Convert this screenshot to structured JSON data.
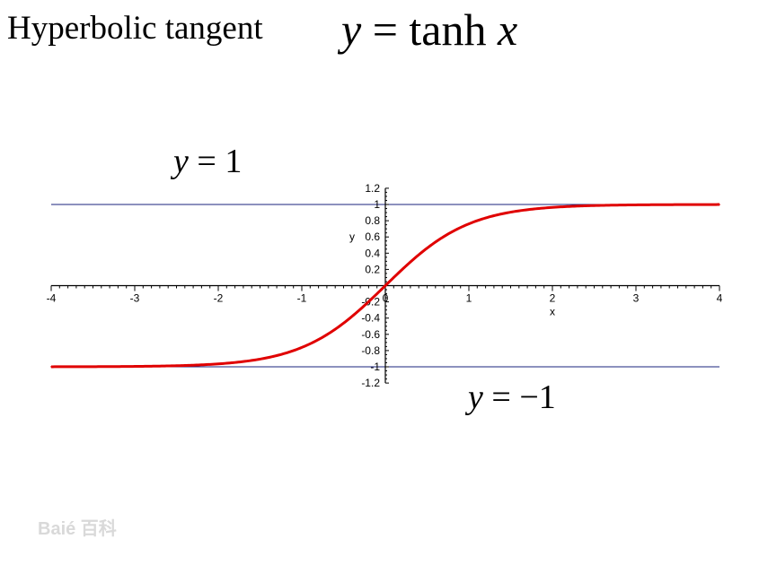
{
  "page": {
    "heading": "Hyperbolic tangent",
    "formula_title": {
      "lhs": "y",
      "eq": " = ",
      "fn": "tanh ",
      "arg": "x"
    },
    "asymptote_upper": {
      "lhs": "y",
      "eq": " = ",
      "rhs": "1"
    },
    "asymptote_lower": {
      "lhs": "y",
      "eq": " = ",
      "rhs": "−1"
    },
    "watermark": "Baié 百科"
  },
  "chart_data": {
    "type": "line",
    "function": "tanh",
    "xlabel": "x",
    "ylabel": "y",
    "xlim": [
      -4,
      4
    ],
    "ylim": [
      -1.2,
      1.2
    ],
    "x_ticks": [
      -4,
      -3,
      -2,
      -1,
      0,
      1,
      2,
      3,
      4
    ],
    "x_tick_labels": [
      "-4",
      "-3",
      "-2",
      "-1",
      "0",
      "1",
      "2",
      "3",
      "4"
    ],
    "y_ticks": [
      1.2,
      1,
      0.8,
      0.6,
      0.4,
      0.2,
      -0.2,
      -0.4,
      -0.6,
      -0.8,
      -1,
      -1.2
    ],
    "y_tick_labels": [
      "1.2",
      "1",
      "0.8",
      "0.6",
      "0.4",
      "0.2",
      "-0.2",
      "-0.4",
      "-0.6",
      "-0.8",
      "-1",
      "-1.2"
    ],
    "grid": false,
    "series": [
      {
        "color": "#e00000",
        "x": [
          -4,
          -3.5,
          -3,
          -2.5,
          -2,
          -1.5,
          -1,
          -0.75,
          -0.5,
          -0.25,
          0,
          0.25,
          0.5,
          0.75,
          1,
          1.5,
          2,
          2.5,
          3,
          3.5,
          4
        ],
        "y": [
          -0.9993,
          -0.9982,
          -0.9951,
          -0.9866,
          -0.964,
          -0.9051,
          -0.7616,
          -0.6351,
          -0.4621,
          -0.2449,
          0,
          0.2449,
          0.4621,
          0.6351,
          0.7616,
          0.9051,
          0.964,
          0.9866,
          0.9951,
          0.9982,
          0.9993
        ]
      }
    ],
    "reference_lines": [
      {
        "y": 1,
        "color": "#1a237e"
      },
      {
        "y": -1,
        "color": "#1a237e"
      }
    ]
  }
}
